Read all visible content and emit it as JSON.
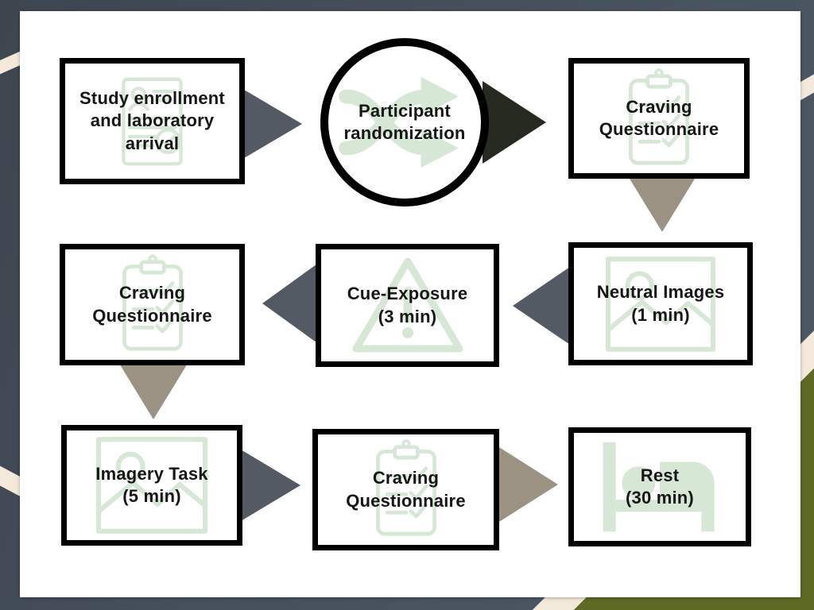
{
  "colors": {
    "slate": "#535a63",
    "tan": "#9b9284",
    "ink": "#262a20",
    "mint": "#d7e7d6",
    "text": "#161616",
    "card": "#ffffff",
    "court_blue": "#46505b",
    "stripe_cream": "#f3e8da",
    "grass_green": "#5e6a23"
  },
  "nodes": [
    {
      "id": "study-enrollment",
      "lines": [
        "Study enrollment",
        "and laboratory",
        "arrival"
      ],
      "shape": "rectangle",
      "border": "slate",
      "icon": "document-person-icon"
    },
    {
      "id": "participant-randomization",
      "lines": [
        "Participant",
        "randomization"
      ],
      "shape": "circle",
      "border": "ink",
      "icon": "shuffle-icon"
    },
    {
      "id": "craving-questionnaire-1",
      "lines": [
        "Craving",
        "Questionnaire"
      ],
      "shape": "rectangle",
      "border": "tan",
      "icon": "clipboard-checklist-icon"
    },
    {
      "id": "neutral-images",
      "lines": [
        "Neutral Images",
        "(1 min)"
      ],
      "shape": "rectangle",
      "border": "slate",
      "icon": "image-icon"
    },
    {
      "id": "cue-exposure",
      "lines": [
        "Cue-Exposure",
        "(3 min)"
      ],
      "shape": "rectangle",
      "border": "slate",
      "icon": "warning-triangle-icon"
    },
    {
      "id": "craving-questionnaire-2",
      "lines": [
        "Craving",
        "Questionnaire"
      ],
      "shape": "rectangle",
      "border": "tan",
      "icon": "clipboard-checklist-icon"
    },
    {
      "id": "imagery-task",
      "lines": [
        "Imagery Task",
        "(5 min)"
      ],
      "shape": "rectangle",
      "border": "slate",
      "icon": "image-icon"
    },
    {
      "id": "craving-questionnaire-3",
      "lines": [
        "Craving",
        "Questionnaire"
      ],
      "shape": "rectangle",
      "border": "tan",
      "icon": "clipboard-checklist-icon"
    },
    {
      "id": "rest",
      "lines": [
        "Rest",
        "(30 min)"
      ],
      "shape": "rectangle",
      "border": "slate",
      "icon": "bed-icon"
    }
  ],
  "connectors": [
    {
      "from": "study-enrollment",
      "to": "participant-randomization",
      "direction": "right",
      "color": "slate"
    },
    {
      "from": "participant-randomization",
      "to": "craving-questionnaire-1",
      "direction": "right",
      "color": "ink"
    },
    {
      "from": "craving-questionnaire-1",
      "to": "neutral-images",
      "direction": "down",
      "color": "tan"
    },
    {
      "from": "neutral-images",
      "to": "cue-exposure",
      "direction": "left",
      "color": "slate"
    },
    {
      "from": "cue-exposure",
      "to": "craving-questionnaire-2",
      "direction": "left",
      "color": "slate"
    },
    {
      "from": "craving-questionnaire-2",
      "to": "imagery-task",
      "direction": "down",
      "color": "tan"
    },
    {
      "from": "imagery-task",
      "to": "craving-questionnaire-3",
      "direction": "right",
      "color": "slate"
    },
    {
      "from": "craving-questionnaire-3",
      "to": "rest",
      "direction": "right",
      "color": "tan"
    }
  ]
}
